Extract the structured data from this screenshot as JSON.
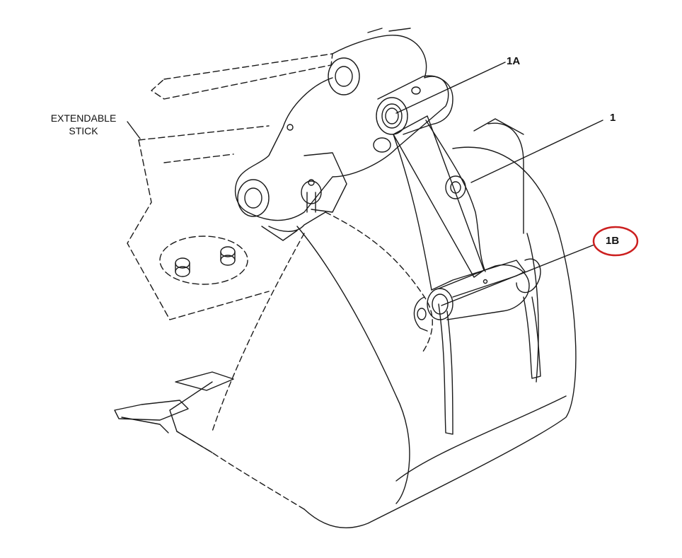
{
  "labels": {
    "extendable_stick": [
      "EXTENDABLE",
      "STICK"
    ],
    "part_1a": "1A",
    "part_1": "1",
    "part_1b": "1B"
  },
  "colors": {
    "line": "#1a1a1a",
    "highlight_circle": "#cc1f1f"
  },
  "highlighted_part": "1B"
}
